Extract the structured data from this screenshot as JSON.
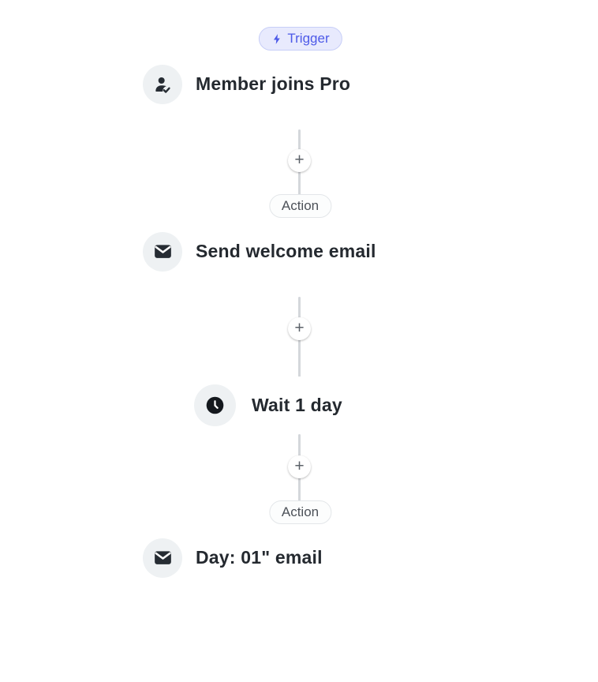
{
  "page": {
    "background": "#ffffff"
  },
  "colors": {
    "trigger_accent": "#4d5ae8",
    "trigger_badge_bg": "#e8eafd",
    "trigger_badge_border": "#c7cef7",
    "action_badge_text": "#4c5158",
    "action_badge_bg": "#fcfdfd",
    "action_badge_border": "#e3e6e9",
    "card_bg": "#ffffff",
    "title_text": "#24292f",
    "icon_fg": "#262c33",
    "icon_circle_bg": "#eef1f3",
    "connector_line": "#d4d7db",
    "plus_fg": "#5c6269"
  },
  "workflow": {
    "plus_symbol": "+",
    "nodes": [
      {
        "type": "trigger",
        "badge": "Trigger",
        "badge_icon": "lightning-icon",
        "icon": "user-check-icon",
        "title": "Member joins Pro"
      },
      {
        "type": "action",
        "badge": "Action",
        "icon": "email-icon",
        "title": "Send welcome email"
      },
      {
        "type": "delay",
        "icon": "clock-icon",
        "title": "Wait 1 day"
      },
      {
        "type": "action",
        "badge": "Action",
        "icon": "email-icon",
        "title": "Day: 01\" email"
      }
    ]
  }
}
